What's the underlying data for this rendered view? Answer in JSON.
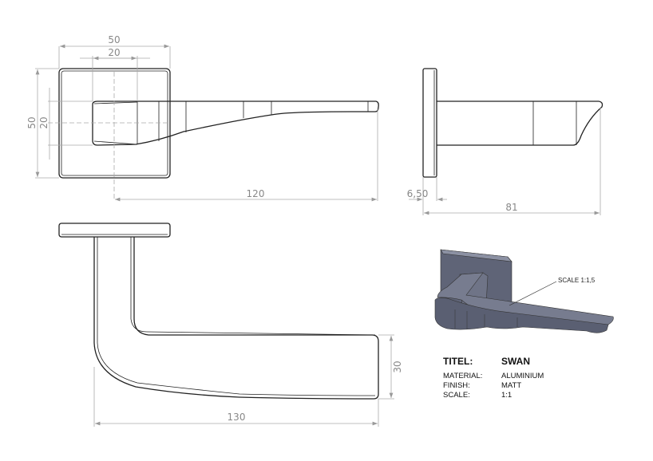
{
  "drawing": {
    "dimensions": {
      "front_width": "50",
      "front_inner_width": "20",
      "front_height": "50",
      "front_inner_height": "20",
      "front_length": "120",
      "side_plate": "6,50",
      "side_depth": "81",
      "bottom_height": "30",
      "bottom_length": "130"
    },
    "iso_view_label": "SCALE 1:1,5"
  },
  "title_block": {
    "title_label": "TITEL:",
    "title_value": "SWAN",
    "material_label": "MATERIAL:",
    "material_value": "ALUMINIUM",
    "finish_label": "FINISH:",
    "finish_value": "MATT",
    "scale_label": "SCALE:",
    "scale_value": "1:1"
  },
  "colors": {
    "body": "#6f7487",
    "body_light": "#8c91a3",
    "body_dark": "#4f5466"
  }
}
